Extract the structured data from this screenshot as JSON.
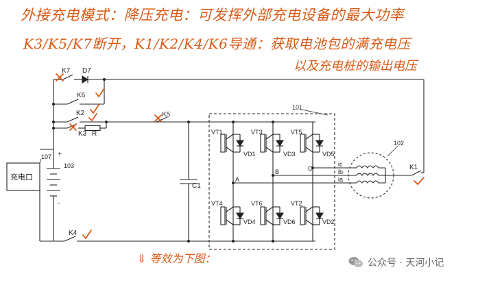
{
  "annotations": {
    "line1": "外接充电模式：降压充电：可发挥外部充电设备的最大功率",
    "line2": "K3/K5/K7断开，K1/K2/K4/K6导通：获取电池包的满充电压",
    "line3": "以及充电桩的输出电压",
    "line4": "⇓ 等效为下图："
  },
  "diagram": {
    "switches": {
      "k7": "K7",
      "d7": "D7",
      "k6": "K6",
      "k2": "K2",
      "k3": "K3",
      "r": "R",
      "k5": "K5",
      "k4": "K4",
      "k1": "K1"
    },
    "components": {
      "charger": "充电口",
      "charger_ref": "107",
      "battery_ref": "103",
      "plus": "+",
      "minus": "-",
      "capacitor": "C1",
      "inverter_ref": "101",
      "motor_ref": "102"
    },
    "inverter": {
      "upper": [
        "VT1",
        "VT3",
        "VT5"
      ],
      "lower": [
        "VT4",
        "VT6",
        "VT2"
      ],
      "upper_diodes": [
        "VD1",
        "VD3",
        "VD5"
      ],
      "lower_diodes": [
        "VD4",
        "VD6",
        "VD2"
      ],
      "nodes": [
        "A",
        "B",
        "C"
      ],
      "currents": [
        "ic",
        "ib",
        "ia"
      ]
    }
  },
  "watermark": {
    "text": "公众号 · 天河小记"
  },
  "colors": {
    "annotation": "#d85a16",
    "line": "#222222"
  }
}
